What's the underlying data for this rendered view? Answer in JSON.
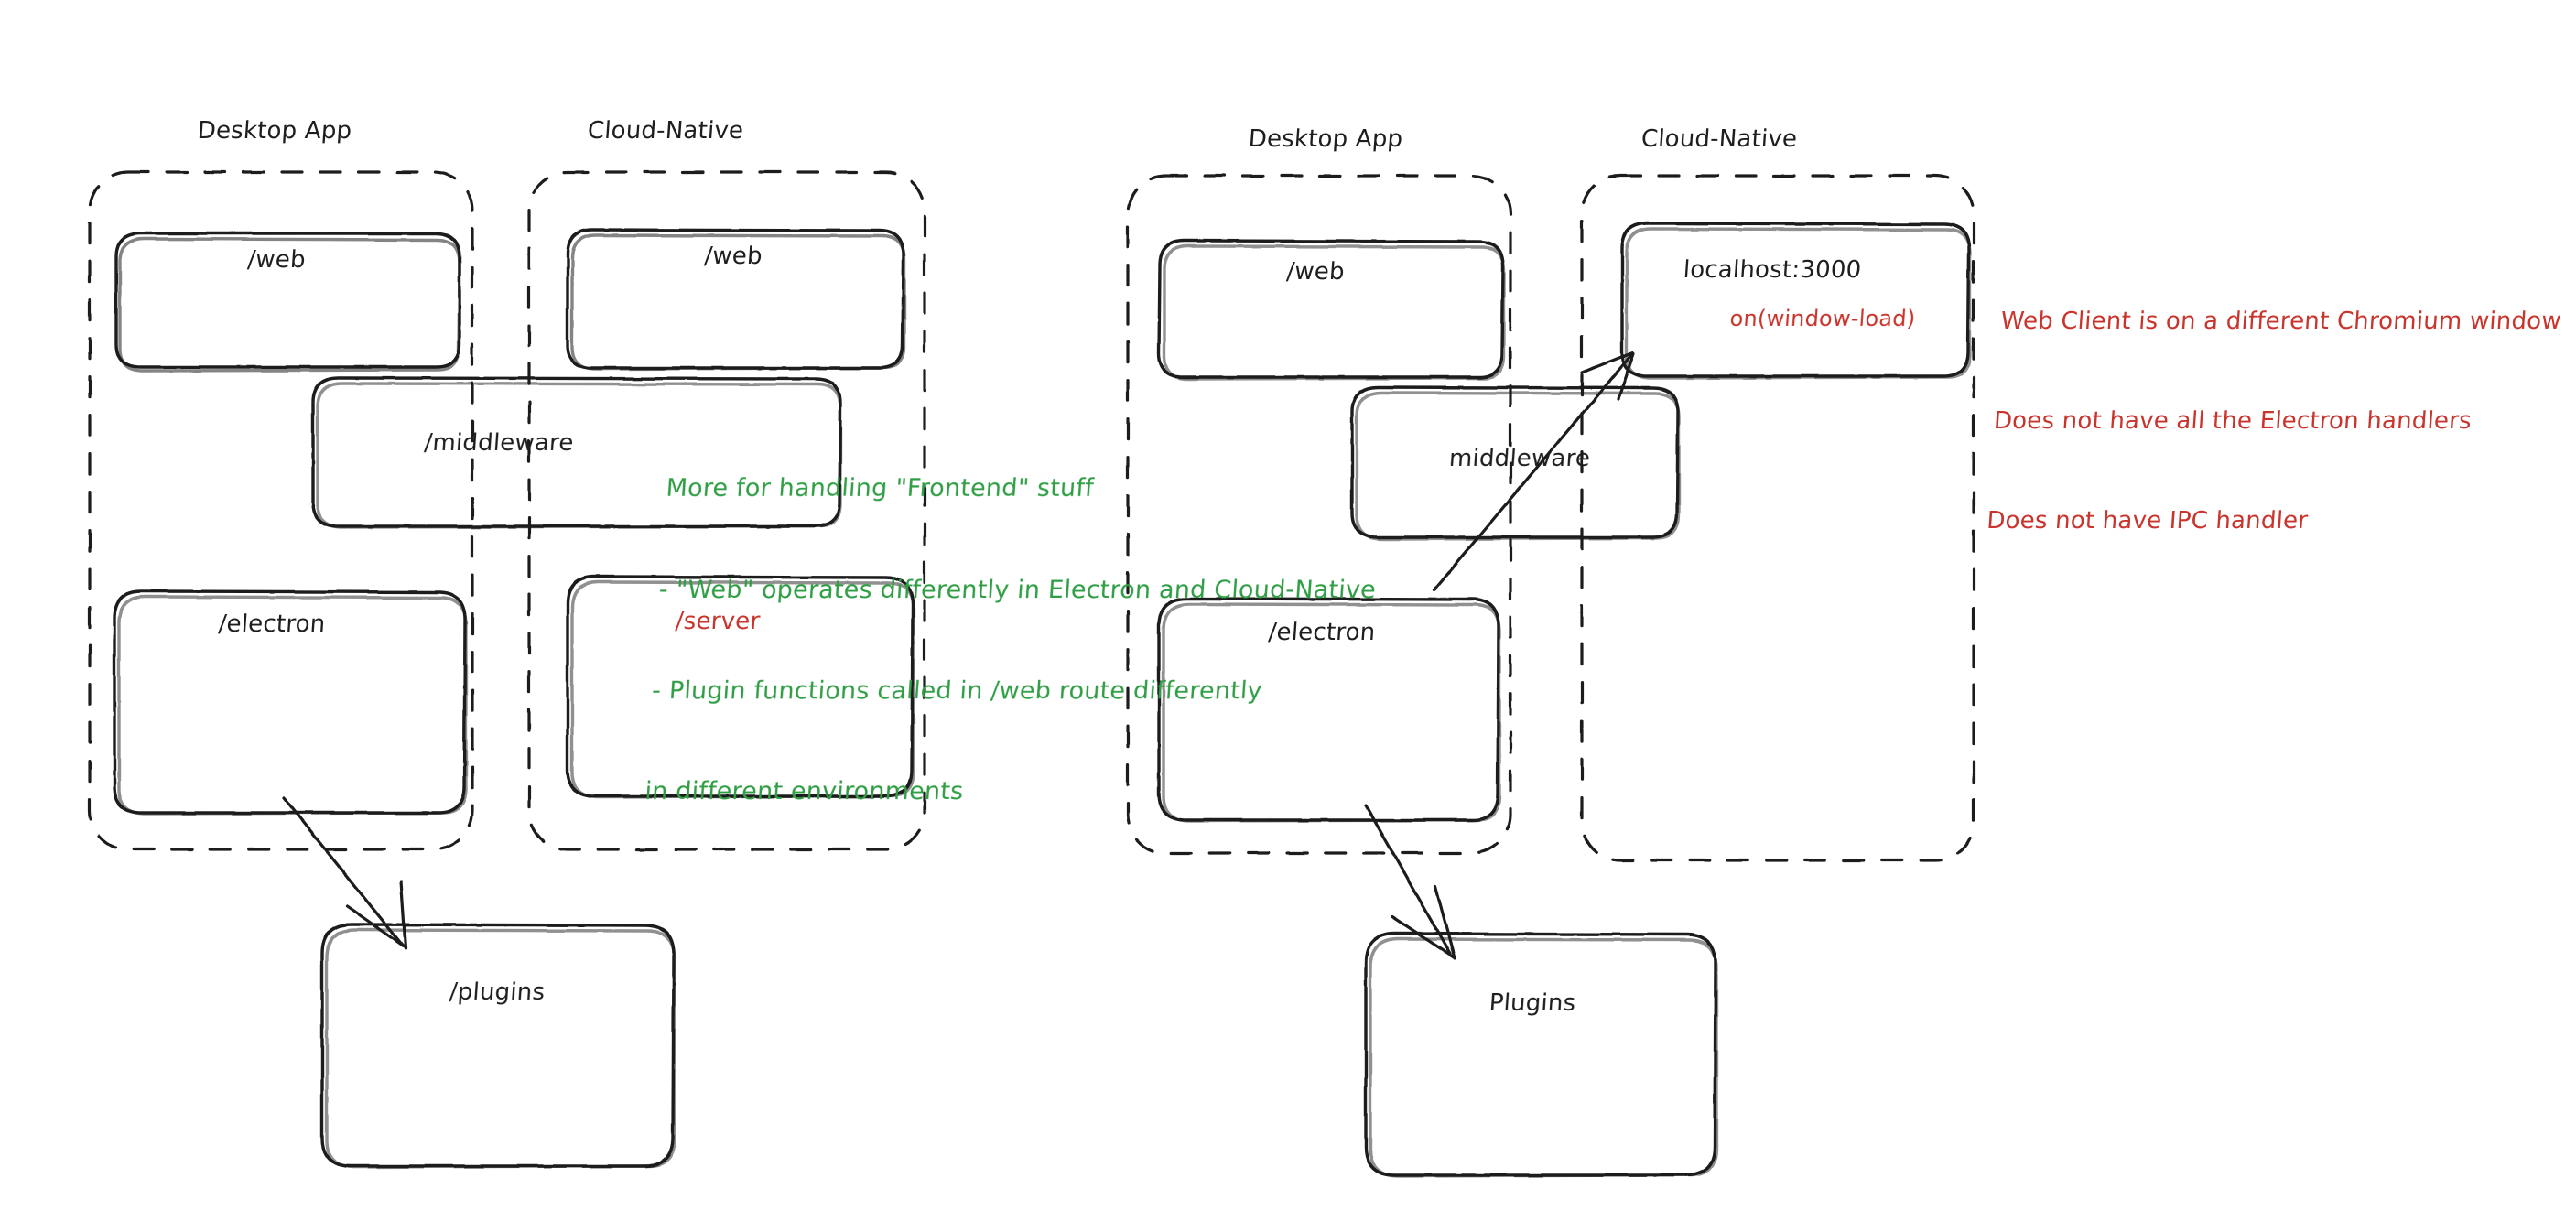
{
  "diagram": {
    "style": "hand-drawn-sketch",
    "background": "#ffffff",
    "stroke_color": "#1e1e1e",
    "accent_green": "#2f9e44",
    "accent_red": "#c9342c"
  },
  "left_diagram": {
    "groups": [
      {
        "label": "Desktop App"
      },
      {
        "label": "Cloud-Native"
      }
    ],
    "nodes": [
      {
        "label": "/web",
        "color": "#1e1e1e",
        "group": "Desktop App"
      },
      {
        "label": "/web",
        "color": "#1e1e1e",
        "group": "Cloud-Native"
      },
      {
        "label": "/middleware",
        "color": "#1e1e1e",
        "group": "spans-both"
      },
      {
        "label": "/electron",
        "color": "#1e1e1e",
        "group": "Desktop App"
      },
      {
        "label": "/server",
        "color": "#c9342c",
        "group": "Cloud-Native"
      },
      {
        "label": "/plugins",
        "color": "#1e1e1e",
        "group": "outside"
      }
    ],
    "edges": [
      {
        "from": "/electron",
        "to": "/plugins",
        "arrow": true
      }
    ]
  },
  "right_diagram": {
    "groups": [
      {
        "label": "Desktop App"
      },
      {
        "label": "Cloud-Native"
      }
    ],
    "nodes": [
      {
        "label": "/web",
        "color": "#1e1e1e",
        "group": "Desktop App"
      },
      {
        "label": "localhost:3000",
        "sublabel": "on(window-load)",
        "color": "#1e1e1e",
        "sublabel_color": "#c9342c",
        "group": "Cloud-Native"
      },
      {
        "label": "middleware",
        "color": "#1e1e1e",
        "group": "spans-both"
      },
      {
        "label": "/electron",
        "color": "#1e1e1e",
        "group": "Desktop App"
      },
      {
        "label": "Plugins",
        "color": "#1e1e1e",
        "group": "outside"
      }
    ],
    "edges": [
      {
        "from": "/electron",
        "to": "localhost:3000",
        "arrow": true
      },
      {
        "from": "/electron",
        "to": "Plugins",
        "arrow": true
      }
    ]
  },
  "annotations": {
    "green_note": {
      "color": "#2f9e44",
      "lines": [
        "More for handling \"Frontend\" stuff",
        "- \"Web\" operates differently in Electron and Cloud-Native",
        "- Plugin functions called in /web route differently",
        "in different environments"
      ]
    },
    "red_note": {
      "color": "#c9342c",
      "lines": [
        "Web Client is on a different Chromium window",
        "Does not have all the Electron handlers",
        "Does not have IPC handler"
      ]
    }
  }
}
